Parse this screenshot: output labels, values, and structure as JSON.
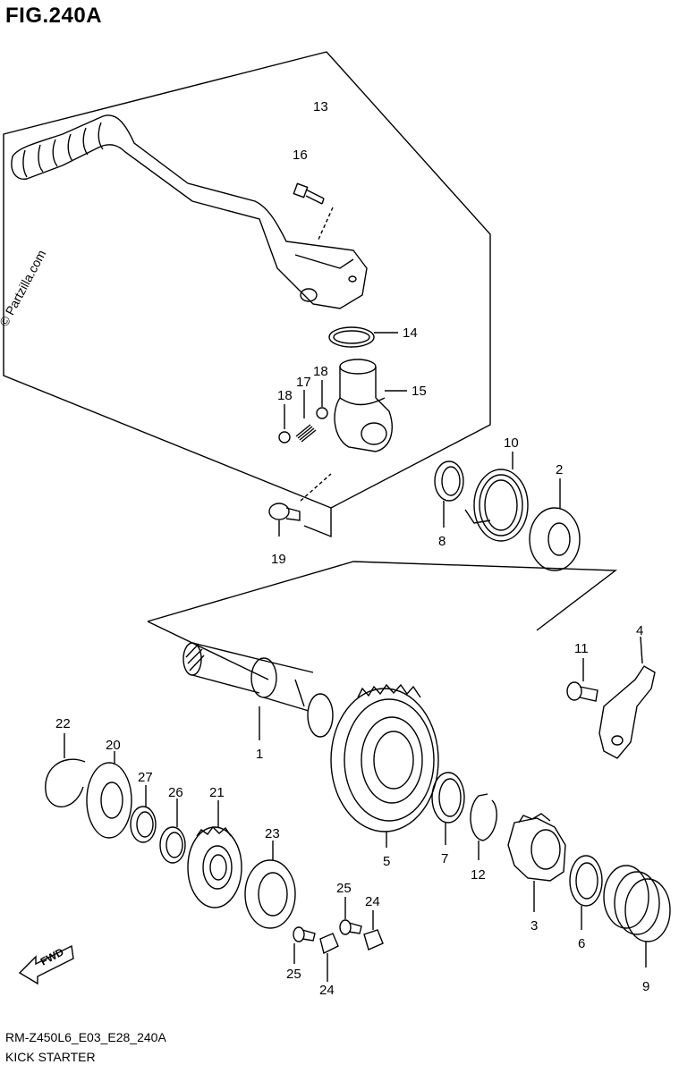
{
  "figure": {
    "title": "FIG.240A",
    "code": "RM-Z450L6_E03_E28_240A",
    "section": "KICK STARTER",
    "watermark": "© Partzilla.com",
    "fwd_label": "FWD"
  },
  "callouts": [
    "13",
    "16",
    "14",
    "15",
    "18",
    "17",
    "18",
    "10",
    "2",
    "8",
    "19",
    "4",
    "11",
    "1",
    "22",
    "20",
    "27",
    "26",
    "21",
    "23",
    "5",
    "7",
    "12",
    "3",
    "25",
    "24",
    "25",
    "24",
    "6",
    "9"
  ]
}
